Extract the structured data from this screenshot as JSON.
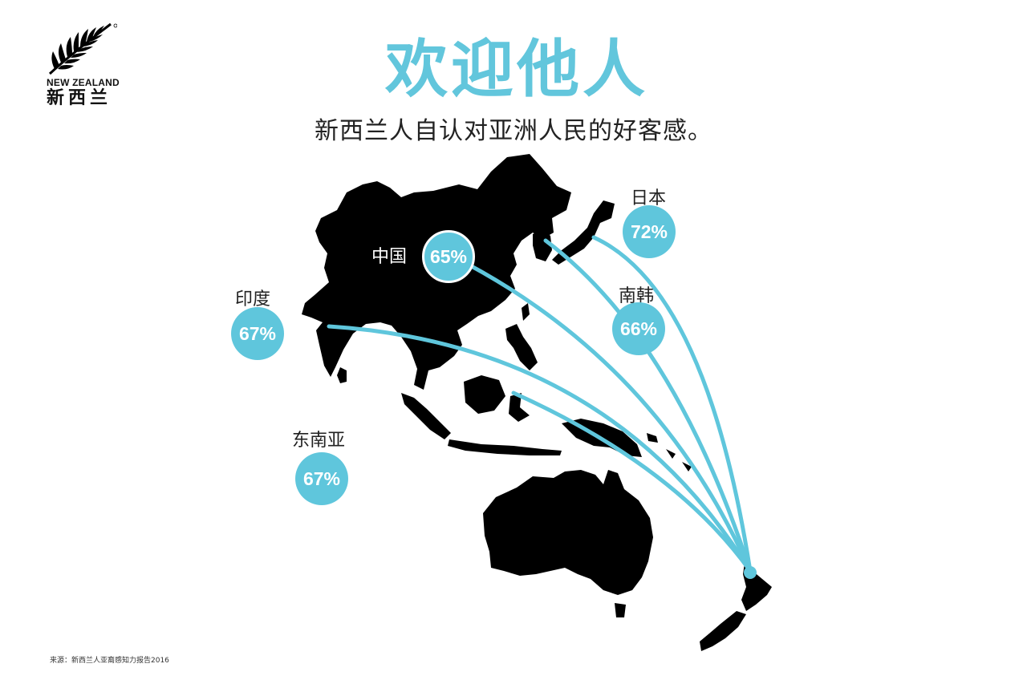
{
  "logo": {
    "text_en": "NEW ZEALAND",
    "text_cn": "新西兰",
    "mark": "fern-icon"
  },
  "title": "欢迎他人",
  "subtitle": "新西兰人自认对亚洲人民的好客感。",
  "regions": [
    {
      "key": "china",
      "label": "中国",
      "value": "65%"
    },
    {
      "key": "japan",
      "label": "日本",
      "value": "72%"
    },
    {
      "key": "korea",
      "label": "南韩",
      "value": "66%"
    },
    {
      "key": "india",
      "label": "印度",
      "value": "67%"
    },
    {
      "key": "sea",
      "label": "东南亚",
      "value": "67%"
    }
  ],
  "source": "来源：新西兰人亚裔感知力报告2016",
  "colors": {
    "accent": "#5fc6dc",
    "land": "#000000",
    "text": "#222222"
  }
}
